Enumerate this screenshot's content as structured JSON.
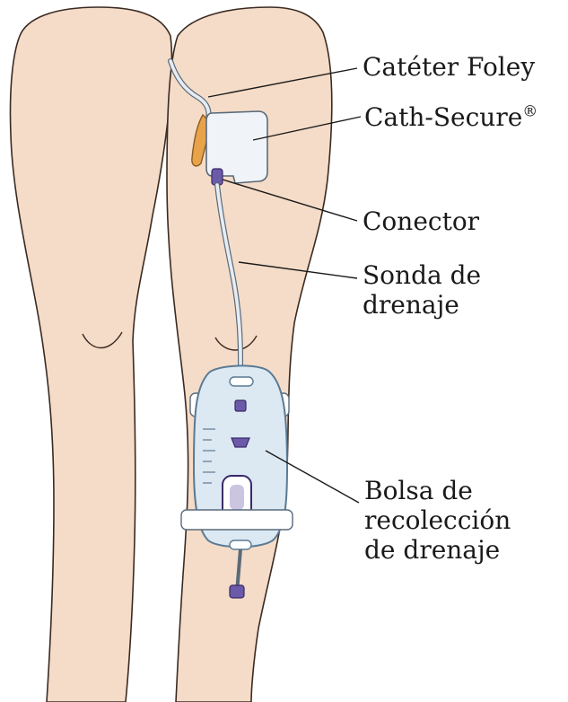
{
  "colors": {
    "skin": "#f5dcc8",
    "skin_outline": "#3a2a22",
    "tube": "#e6ecf2",
    "tube_outline": "#5a6a7a",
    "catheter_orange": "#e8a24a",
    "connector_purple": "#6a5aa8",
    "bag_fill": "#dce8f2",
    "bag_outline": "#5a7a94",
    "leader": "#1a1a1a",
    "text": "#1a1a1a"
  },
  "labels": {
    "foley": "Catéter Foley",
    "cath_secure": "Cath-Secure",
    "cath_secure_mark": "®",
    "connector": "Conector",
    "drain_tube_line1": "Sonda de",
    "drain_tube_line2": "drenaje",
    "bag_line1": "Bolsa de",
    "bag_line2": "recolección",
    "bag_line3": "de drenaje"
  }
}
